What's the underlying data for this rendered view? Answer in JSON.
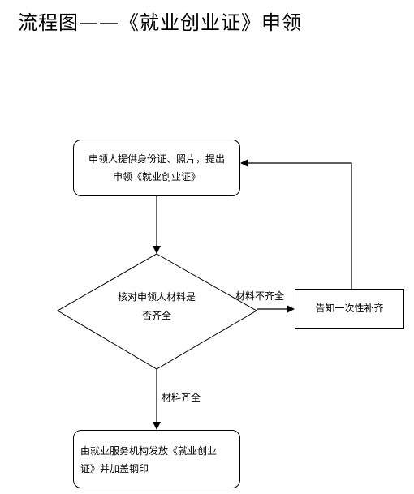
{
  "title": "流程图——《就业创业证》申领",
  "nodes": {
    "apply": {
      "line1": "申领人提供身份证、照片，提出",
      "line2": "申领《就业创业证》"
    },
    "check": {
      "line1": "核对申领人材料是",
      "line2": "否齐全"
    },
    "notify": {
      "text": "告知一次性补齐"
    },
    "issue": {
      "line1": "由就业服务机构发放《就业创业",
      "line2": "证》并加盖钢印"
    }
  },
  "edges": {
    "incomplete": "材料不齐全",
    "complete": "材料齐全"
  }
}
